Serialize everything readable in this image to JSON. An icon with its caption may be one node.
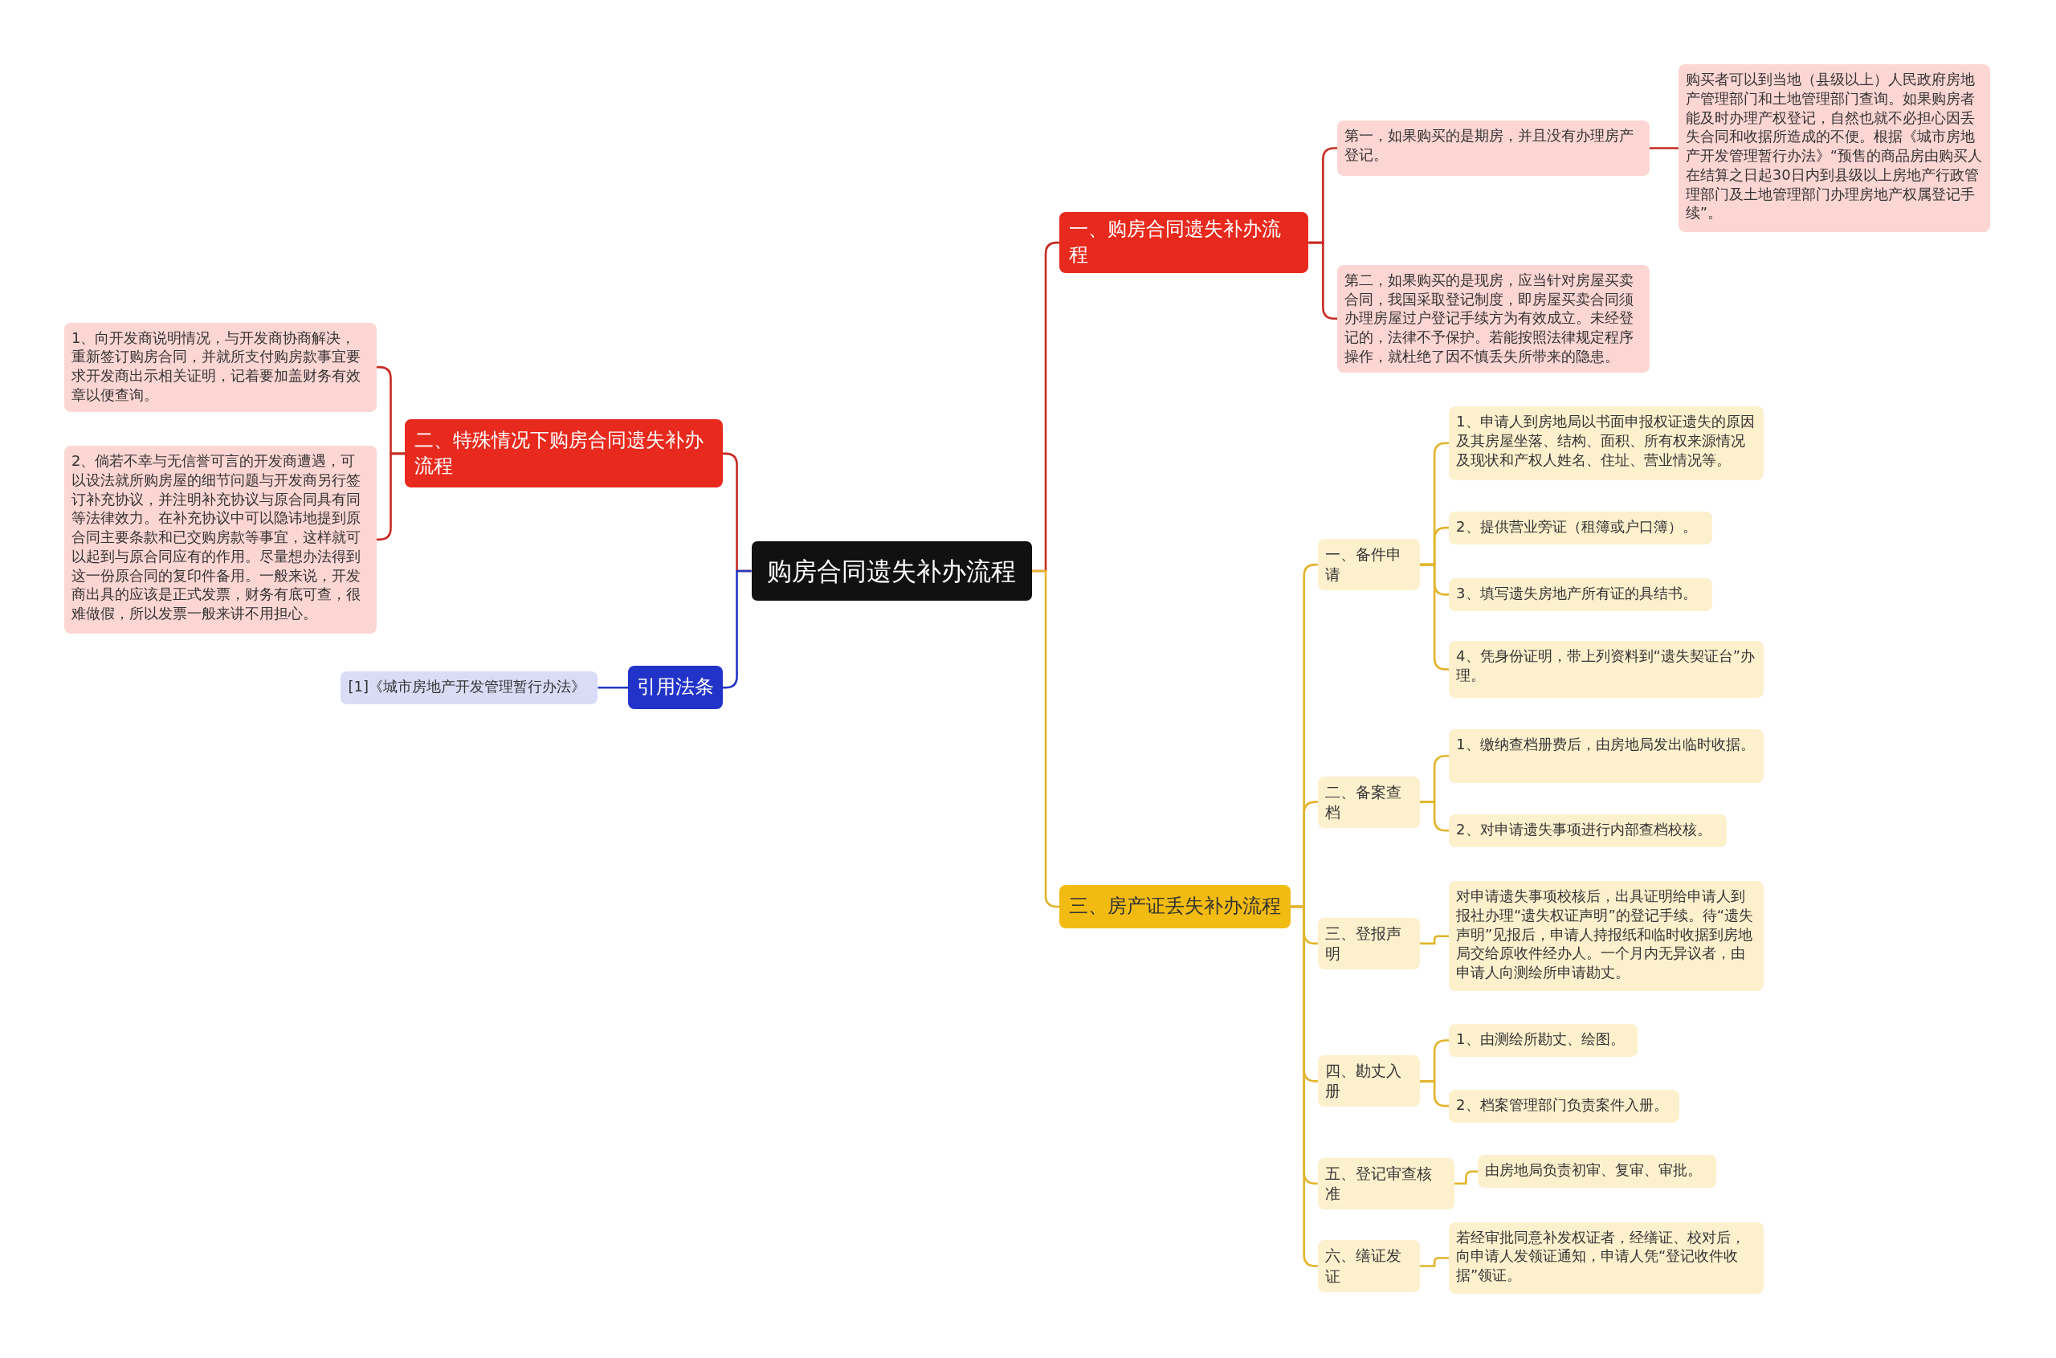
{
  "diagram": {
    "nodes": [
      {
        "text": [
          "购房合同遗失补办流程"
        ]
      },
      {
        "text": [
          "一、购房合同遗失补办流程"
        ]
      },
      {
        "text": [
          "第一，如果购买的是期房，并且没有办理房产登记。"
        ]
      },
      {
        "text": [
          "购买者可以到当地（县级以上）人民政府房地产管理部门和土地管理部门查询。如果购房者能及时办理产权登记，自然也就不必担心因丢失合同和收据所造成的不便。根据《城市房地产开发管理暂行办法》“预售的商品房由购买人在结算之日起30日内到县级以上房地产行政管理部门及土地管理部门办理房地产权属登记手续”。"
        ]
      },
      {
        "text": [
          "第二，如果购买的是现房，应当针对房屋买卖合同，我国采取登记制度，即房屋买卖合同须办理房屋过户登记手续方为有效成立。未经登记的，法律不予保护。若能按照法律规定程序操作，就杜绝了因不慎丢失所带来的隐患。"
        ]
      },
      {
        "text": [
          "二、特殊情况下购房合同遗失补办流程"
        ]
      },
      {
        "text": [
          "1、向开发商说明情况，与开发商协商解决，重新签订购房合同，并就所支付购房款事宜要求开发商出示相关证明，记着要加盖财务有效章以便查询。"
        ]
      },
      {
        "text": [
          "2、倘若不幸与无信誉可言的开发商遭遇，可以设法就所购房屋的细节问题与开发商另行签订补充协议，并注明补充协议与原合同具有同等法律效力。在补充协议中可以隐讳地提到原合同主要条款和已交购房款等事宜，这样就可以起到与原合同应有的作用。尽量想办法得到这一份原合同的复印件备用。一般来说，开发商出具的应该是正式发票，财务有底可查，很难做假，所以发票一般来讲不用担心。"
        ]
      },
      {
        "text": [
          "引用法条"
        ]
      },
      {
        "text": [
          "[1]《城市房地产开发管理暂行办法》"
        ]
      },
      {
        "text": [
          "三、房产证丢失补办流程"
        ]
      },
      {
        "text": [
          "一、备件申请"
        ]
      },
      {
        "text": [
          "1、申请人到房地局以书面申报权证遗失的原因及其房屋坐落、结构、面积、所有权来源情况及现状和产权人姓名、住址、营业情况等。"
        ]
      },
      {
        "text": [
          "2、提供营业旁证（租簿或户口簿）。"
        ]
      },
      {
        "text": [
          "3、填写遗失房地产所有证的具结书。"
        ]
      },
      {
        "text": [
          "4、凭身份证明，带上列资料到“遗失契证台”办理。"
        ]
      },
      {
        "text": [
          "二、备案查档"
        ]
      },
      {
        "text": [
          "1、缴纳查档册费后，由房地局发出临时收据。"
        ]
      },
      {
        "text": [
          "2、对申请遗失事项进行内部查档校核。"
        ]
      },
      {
        "text": [
          "三、登报声明"
        ]
      },
      {
        "text": [
          "对申请遗失事项校核后，出具证明给申请人到报社办理“遗失权证声明”的登记手续。待“遗失声明”见报后，申请人持报纸和临时收据到房地局交给原收件经办人。一个月内无异议者，由申请人向测绘所申请勘丈。"
        ]
      },
      {
        "text": [
          "四、勘丈入册"
        ]
      },
      {
        "text": [
          "1、由测绘所勘丈、绘图。"
        ]
      },
      {
        "text": [
          "2、档案管理部门负责案件入册。"
        ]
      },
      {
        "text": [
          "五、登记审查核准"
        ]
      },
      {
        "text": [
          "由房地局负责初审、复审、审批。"
        ]
      },
      {
        "text": [
          "六、缮证发证"
        ]
      },
      {
        "text": [
          "若经审批同意补发权证者，经缮证、校对后，向申请人发领证通知，申请人凭“登记收件收据”领证。"
        ]
      }
    ],
    "edges": [
      {
        "from": 0,
        "to": 1,
        "arrow": "none",
        "color": "#c62a22"
      },
      {
        "from": 1,
        "to": 2,
        "arrow": "none",
        "color": "#c62a22"
      },
      {
        "from": 2,
        "to": 3,
        "arrow": "none",
        "color": "#c62a22"
      },
      {
        "from": 1,
        "to": 4,
        "arrow": "none",
        "color": "#c62a22"
      },
      {
        "from": 0,
        "to": 5,
        "arrow": "none",
        "color": "#c62a22"
      },
      {
        "from": 5,
        "to": 6,
        "arrow": "none",
        "color": "#c62a22"
      },
      {
        "from": 5,
        "to": 7,
        "arrow": "none",
        "color": "#c62a22"
      },
      {
        "from": 0,
        "to": 8,
        "arrow": "none",
        "color": "#2236c4"
      },
      {
        "from": 8,
        "to": 9,
        "arrow": "none",
        "color": "#2236c4"
      },
      {
        "from": 0,
        "to": 10,
        "arrow": "none"
      },
      {
        "from": 10,
        "to": 11,
        "arrow": "none"
      },
      {
        "from": 11,
        "to": 12,
        "arrow": "none"
      },
      {
        "from": 11,
        "to": 13,
        "arrow": "none"
      },
      {
        "from": 11,
        "to": 14,
        "arrow": "none"
      },
      {
        "from": 11,
        "to": 15,
        "arrow": "none"
      },
      {
        "from": 10,
        "to": 16,
        "arrow": "none"
      },
      {
        "from": 16,
        "to": 17,
        "arrow": "none"
      },
      {
        "from": 16,
        "to": 18,
        "arrow": "none"
      },
      {
        "from": 10,
        "to": 19,
        "arrow": "none"
      },
      {
        "from": 19,
        "to": 20,
        "arrow": "none"
      },
      {
        "from": 10,
        "to": 21,
        "arrow": "none"
      },
      {
        "from": 21,
        "to": 22,
        "arrow": "none"
      },
      {
        "from": 21,
        "to": 23,
        "arrow": "none"
      },
      {
        "from": 10,
        "to": 24,
        "arrow": "none"
      },
      {
        "from": 24,
        "to": 25,
        "arrow": "none"
      },
      {
        "from": 10,
        "to": 26,
        "arrow": "none"
      },
      {
        "from": 26,
        "to": 27,
        "arrow": "none"
      }
    ]
  }
}
